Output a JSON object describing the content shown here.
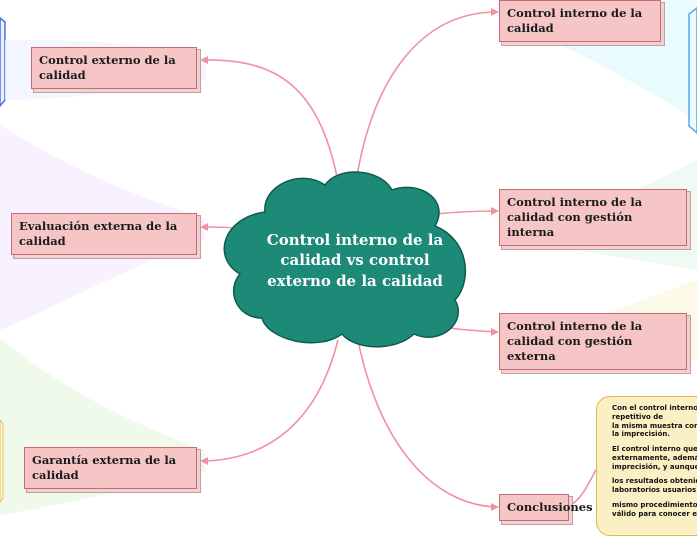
{
  "center": {
    "title": "Control interno de la calidad vs control externo de la calidad"
  },
  "left_nodes": [
    "Control externo de la calidad",
    "Evaluación externa de la calidad",
    "Garantía externa de la calidad"
  ],
  "right_nodes": [
    "Control interno de la calidad",
    "Control interno de la calidad con gestión interna",
    "Control interno de la calidad con gestión externa",
    "Conclusiones"
  ],
  "conclusions_note": {
    "paragraphs": [
      "Con el control interno\nrepetitivo de\nla misma muestra con\nla imprecisión.",
      "El control interno que\nexternamente, además\nimprecisión, y aunque",
      "los resultados obtenid\nlaboratorios usuarios",
      "mismo procedimiento\nválido para conocer e"
    ]
  },
  "colors": {
    "cloud_fill": "#1d8a78",
    "cloud_stroke": "#0f5a4e",
    "node_fill": "#f6c6c6",
    "node_border": "#c56b73",
    "connector": "#f090a0",
    "note_fill": "#fbf0c4"
  }
}
